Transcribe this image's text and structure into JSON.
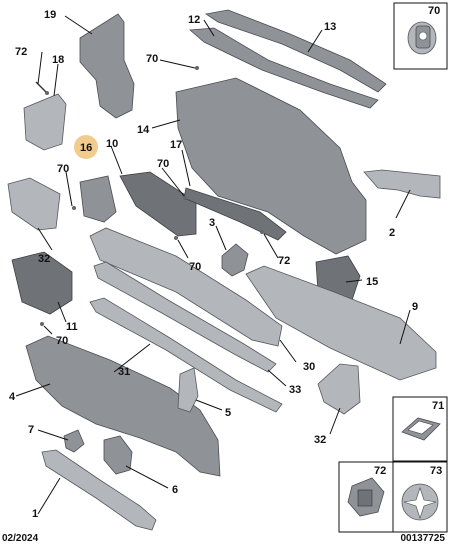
{
  "labels": {
    "l19": "19",
    "l12": "12",
    "l13": "13",
    "l70_box": "70",
    "l72_tl": "72",
    "l18": "18",
    "l70_a": "70",
    "l14": "14",
    "l16": "16",
    "l10": "10",
    "l17": "17",
    "l70_b": "70",
    "l70_c": "70",
    "l2": "2",
    "l32_a": "32",
    "l3": "3",
    "l70_d": "70",
    "l72_m": "72",
    "l15": "15",
    "l11": "11",
    "l70_e": "70",
    "l9": "9",
    "l30": "30",
    "l31": "31",
    "l33": "33",
    "l4": "4",
    "l5": "5",
    "l32_b": "32",
    "l71": "71",
    "l7": "7",
    "l6": "6",
    "l72_box": "72",
    "l73": "73",
    "l1": "1"
  },
  "footer": {
    "date": "02/2024",
    "ref": "00137725"
  },
  "colors": {
    "highlight": "#f0c27a",
    "part": "#8f9398"
  }
}
